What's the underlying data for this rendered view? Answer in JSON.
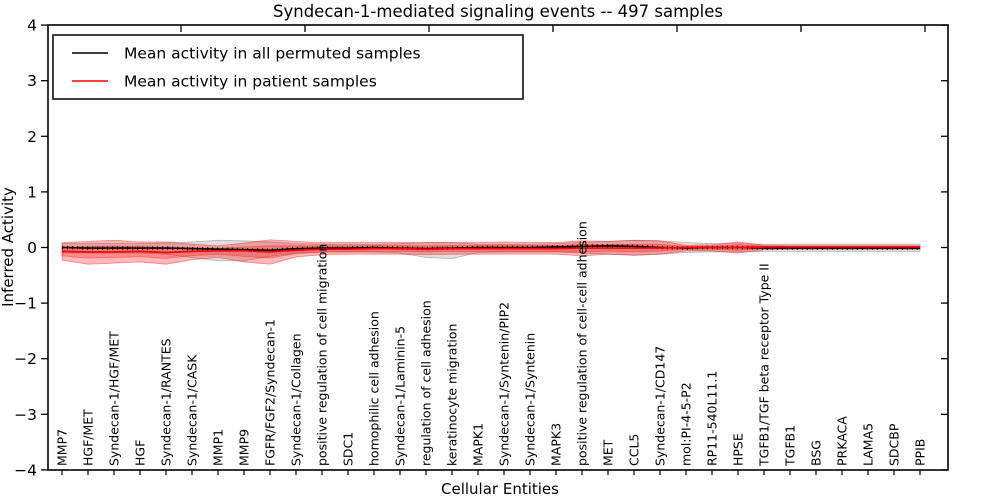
{
  "chart_data": {
    "type": "line",
    "title": "Syndecan-1-mediated signaling events -- 497 samples",
    "xlabel": "Cellular Entities",
    "ylabel": "Inferred Activity",
    "ylim": [
      -4,
      4
    ],
    "y_ticks": [
      4,
      3,
      2,
      1,
      0,
      -1,
      -2,
      -3,
      -4
    ],
    "y_tick_labels": [
      "4",
      "3",
      "2",
      "1",
      "0",
      "−1",
      "−2",
      "−3",
      "−4"
    ],
    "grid": false,
    "legend_position": "upper left",
    "categories": [
      "MMP7",
      "HGF/MET",
      "Syndecan-1/HGF/MET",
      "HGF",
      "Syndecan-1/RANTES",
      "Syndecan-1/CASK",
      "MMP1",
      "MMP9",
      "FGFR/FGF2/Syndecan-1",
      "Syndecan-1/Collagen",
      "positive regulation of cell migration",
      "SDC1",
      "homophilic cell adhesion",
      "Syndecan-1/Laminin-5",
      "regulation of cell adhesion",
      "keratinocyte migration",
      "MAPK1",
      "Syndecan-1/Syntenin/PIP2",
      "Syndecan-1/Syntenin",
      "MAPK3",
      "positive regulation of cell-cell adhesion",
      "MET",
      "CCL5",
      "Syndecan-1/CD147",
      "mol:PI-4-5-P2",
      "RP11-540L11.1",
      "HPSE",
      "TGFB1/TGF beta receptor Type II",
      "TGFB1",
      "BSG",
      "PRKACA",
      "LAMA5",
      "SDCBP",
      "PPIB"
    ],
    "series": [
      {
        "name": "Mean activity in all permuted samples",
        "color": "#000000",
        "values": [
          0.0,
          -0.01,
          -0.01,
          -0.01,
          -0.01,
          -0.02,
          -0.03,
          -0.04,
          -0.05,
          -0.02,
          -0.01,
          -0.01,
          0.0,
          -0.01,
          -0.02,
          -0.01,
          0.0,
          0.0,
          0.0,
          0.01,
          0.02,
          0.03,
          0.02,
          0.0,
          -0.01,
          0.0,
          0.0,
          -0.01,
          -0.01,
          -0.01,
          -0.01,
          -0.01,
          -0.01,
          -0.01
        ]
      },
      {
        "name": "Mean activity in patient samples",
        "color": "#ff0000",
        "values": [
          -0.07,
          -0.08,
          -0.08,
          -0.07,
          -0.09,
          -0.07,
          -0.06,
          -0.06,
          -0.08,
          -0.05,
          -0.03,
          -0.03,
          -0.02,
          -0.02,
          -0.03,
          -0.02,
          -0.02,
          -0.02,
          -0.02,
          -0.02,
          -0.01,
          -0.01,
          -0.01,
          -0.01,
          0.0,
          0.0,
          0.0,
          0.01,
          0.01,
          0.01,
          0.01,
          0.01,
          0.01,
          0.01
        ]
      }
    ],
    "bands": [
      {
        "name": "permuted-samples-range",
        "color": "#000000",
        "opacity": 0.13,
        "upper": [
          0.07,
          0.07,
          0.07,
          0.07,
          0.08,
          0.1,
          0.13,
          0.12,
          0.1,
          0.07,
          0.06,
          0.06,
          0.06,
          0.07,
          0.09,
          0.09,
          0.06,
          0.06,
          0.06,
          0.07,
          0.09,
          0.11,
          0.13,
          0.12,
          0.09,
          0.07,
          0.07,
          0.06,
          0.06,
          0.06,
          0.06,
          0.06,
          0.06,
          0.06
        ],
        "lower": [
          -0.1,
          -0.1,
          -0.1,
          -0.1,
          -0.12,
          -0.18,
          -0.24,
          -0.24,
          -0.16,
          -0.1,
          -0.08,
          -0.08,
          -0.08,
          -0.1,
          -0.18,
          -0.2,
          -0.09,
          -0.08,
          -0.08,
          -0.08,
          -0.1,
          -0.12,
          -0.14,
          -0.12,
          -0.09,
          -0.08,
          -0.08,
          -0.07,
          -0.07,
          -0.07,
          -0.07,
          -0.07,
          -0.07,
          -0.07
        ]
      },
      {
        "name": "patient-samples-range-outer",
        "color": "#ff0000",
        "opacity": 0.28,
        "upper": [
          0.09,
          0.11,
          0.13,
          0.1,
          0.1,
          0.06,
          0.03,
          0.08,
          0.14,
          0.11,
          0.09,
          0.09,
          0.09,
          0.09,
          0.09,
          0.09,
          0.09,
          0.1,
          0.09,
          0.09,
          0.12,
          0.11,
          0.13,
          0.12,
          0.04,
          0.05,
          0.1,
          0.04,
          0.03,
          0.03,
          0.03,
          0.03,
          0.03,
          0.03
        ],
        "lower": [
          -0.23,
          -0.3,
          -0.28,
          -0.26,
          -0.3,
          -0.22,
          -0.18,
          -0.26,
          -0.3,
          -0.17,
          -0.13,
          -0.12,
          -0.12,
          -0.12,
          -0.13,
          -0.12,
          -0.12,
          -0.12,
          -0.12,
          -0.12,
          -0.15,
          -0.12,
          -0.14,
          -0.12,
          -0.06,
          -0.06,
          -0.1,
          -0.04,
          -0.03,
          -0.03,
          -0.03,
          -0.03,
          -0.03,
          -0.03
        ]
      },
      {
        "name": "patient-samples-range-inner",
        "color": "#ff0000",
        "opacity": 0.24,
        "upper": [
          0.01,
          0.015,
          0.025,
          0.015,
          0.005,
          -0.005,
          -0.015,
          0.01,
          0.03,
          0.03,
          0.03,
          0.03,
          0.035,
          0.035,
          0.03,
          0.035,
          0.035,
          0.04,
          0.035,
          0.035,
          0.055,
          0.05,
          0.06,
          0.055,
          0.02,
          0.025,
          0.05,
          0.025,
          0.02,
          0.02,
          0.02,
          0.02,
          0.02,
          0.02
        ],
        "lower": [
          -0.15,
          -0.19,
          -0.18,
          -0.165,
          -0.195,
          -0.145,
          -0.12,
          -0.16,
          -0.19,
          -0.11,
          -0.08,
          -0.075,
          -0.07,
          -0.07,
          -0.08,
          -0.07,
          -0.07,
          -0.07,
          -0.07,
          -0.07,
          -0.08,
          -0.065,
          -0.075,
          -0.065,
          -0.03,
          -0.03,
          -0.05,
          -0.015,
          -0.01,
          -0.01,
          -0.01,
          -0.01,
          -0.01,
          -0.01
        ]
      }
    ]
  }
}
